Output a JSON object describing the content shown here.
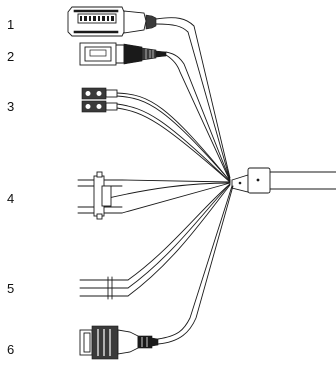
{
  "connectors": [
    {
      "label": "1",
      "icon": "power-connector-icon"
    },
    {
      "label": "2",
      "icon": "rj45-connector-icon"
    },
    {
      "label": "3",
      "icon": "twin-terminal-block-icon"
    },
    {
      "label": "4",
      "icon": "multi-pin-header-icon"
    },
    {
      "label": "5",
      "icon": "three-pin-header-icon"
    },
    {
      "label": "6",
      "icon": "waterproof-rj45-connector-icon"
    }
  ],
  "colors": {
    "line": "#1a1a1a",
    "background": "#ffffff"
  }
}
